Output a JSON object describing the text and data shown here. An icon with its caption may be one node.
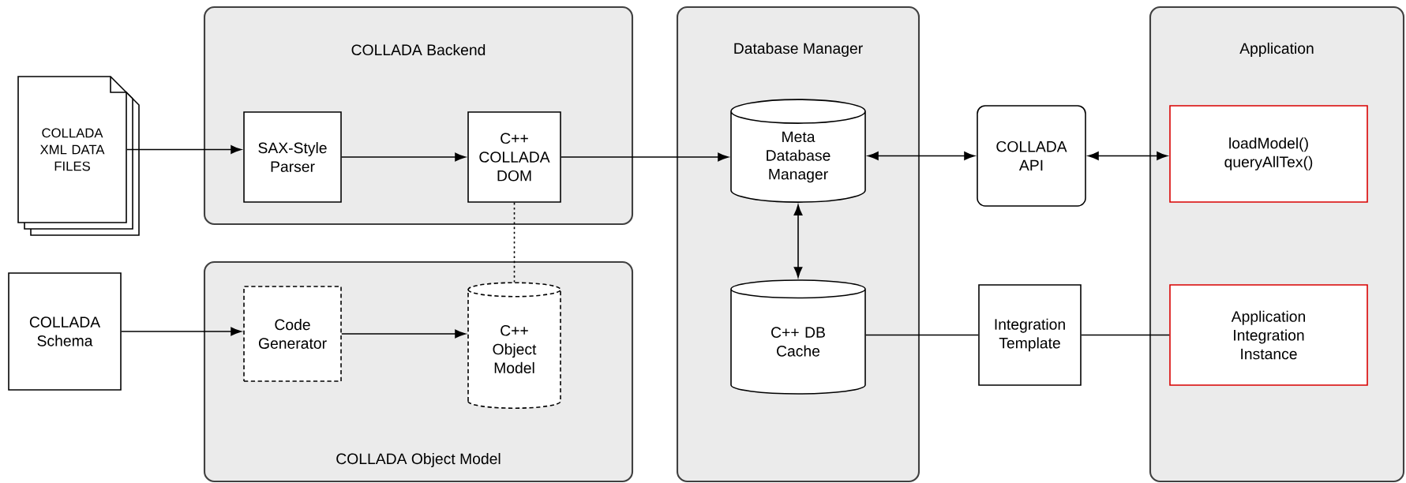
{
  "diagram": {
    "nodes": [
      {
        "text": [
          "COLLADA XML DATA FILES"
        ]
      },
      {
        "text": [
          "COLLADA Backend"
        ]
      },
      {
        "text": [
          "SAX-Style Parser"
        ],
        "in": 1
      },
      {
        "text": [
          "C++ COLLADA DOM"
        ],
        "in": 1
      },
      {
        "text": [
          "Database Manager"
        ]
      },
      {
        "text": [
          "Meta Database Manager"
        ],
        "in": 4
      },
      {
        "text": [
          "COLLADA API"
        ]
      },
      {
        "text": [
          "Application"
        ]
      },
      {
        "text": [
          "loadModel() queryAllTex()"
        ],
        "in": 7
      },
      {
        "text": [
          "COLLADA Schema"
        ]
      },
      {
        "text": [
          "COLLADA Object Model"
        ]
      },
      {
        "text": [
          "Code Generator"
        ],
        "in": 10
      },
      {
        "text": [
          "C++ Object Model"
        ],
        "in": 10
      },
      {
        "text": [
          "C++ DB Cache"
        ],
        "in": 4
      },
      {
        "text": [
          "Integration Template"
        ]
      },
      {
        "text": [
          "Application Integration Instance"
        ],
        "in": 7
      }
    ],
    "edges": [
      {
        "from": 0,
        "to": 2,
        "arrow": "to"
      },
      {
        "from": 2,
        "to": 3,
        "arrow": "to"
      },
      {
        "from": 3,
        "to": 5,
        "arrow": "to"
      },
      {
        "from": 5,
        "to": 6,
        "arrow": "both"
      },
      {
        "from": 6,
        "to": 8,
        "arrow": "both"
      },
      {
        "from": 5,
        "to": 13,
        "arrow": "both"
      },
      {
        "from": 3,
        "to": 12,
        "arrow": "none",
        "style": "dashed"
      },
      {
        "from": 9,
        "to": 11,
        "arrow": "to"
      },
      {
        "from": 11,
        "to": 12,
        "arrow": "to"
      },
      {
        "from": 13,
        "to": 14,
        "arrow": "none"
      },
      {
        "from": 14,
        "to": 15,
        "arrow": "none"
      }
    ]
  }
}
